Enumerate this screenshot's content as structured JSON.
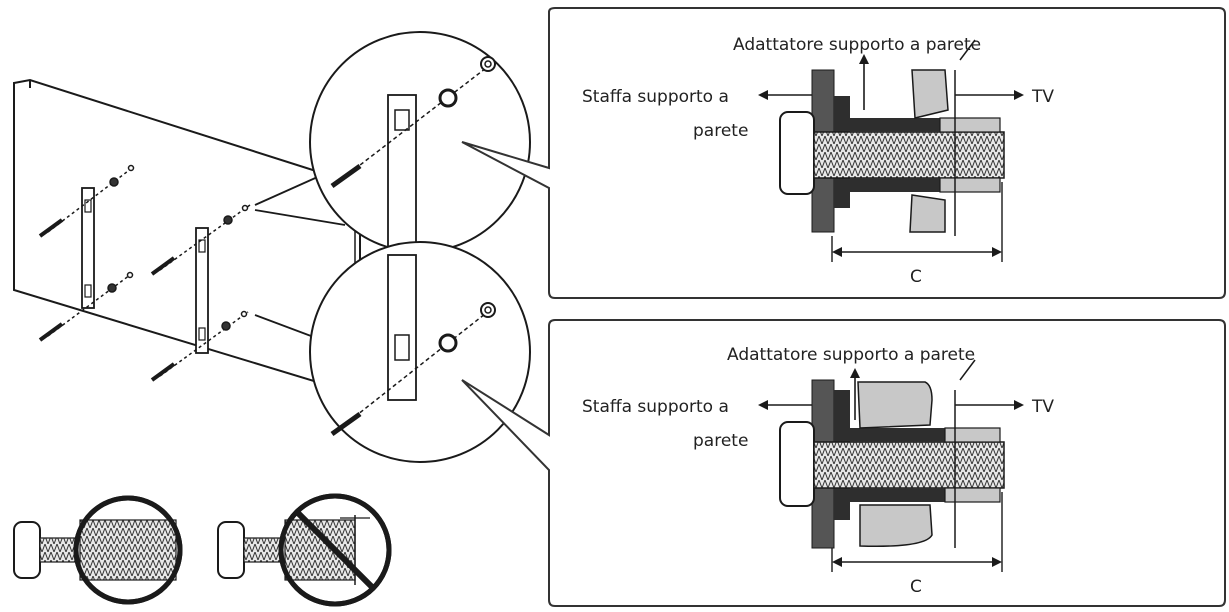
{
  "panels": [
    {
      "adapter_label": "Adattatore supporto a parete",
      "bracket_label_line1": "Staffa supporto a",
      "bracket_label_line2": "parete",
      "tv_label": "TV",
      "dimension_label": "C"
    },
    {
      "adapter_label": "Adattatore supporto a parete",
      "bracket_label_line1": "Staffa supporto a",
      "bracket_label_line2": "parete",
      "tv_label": "TV",
      "dimension_label": "C"
    }
  ],
  "icons": {
    "correct_screw": "screw-correct-icon",
    "incorrect_screw": "screw-prohibited-icon"
  },
  "colors": {
    "line": "#1a1a1a",
    "dark_part": "#3a3a3a",
    "mid_part": "#6e6e6e",
    "light_part": "#c8c8c8",
    "panel_border": "#333333"
  }
}
